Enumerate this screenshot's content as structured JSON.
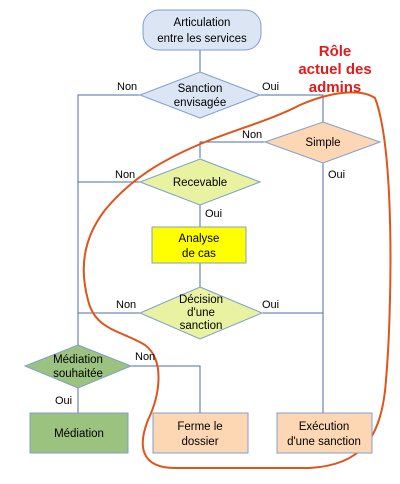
{
  "colors": {
    "start_fill": "#dbe5f4",
    "decision_blue": "#dbe5f4",
    "decision_green": "#e8f2a0",
    "decision_orange": "#fdd7b4",
    "process_yellow": "#ffff00",
    "process_green": "#9bc27e",
    "process_orange": "#fdd7b4",
    "stroke_blue": "#7f9fcf",
    "line": "#4a6fa5",
    "admin_region": "#e0541c",
    "admin_text": "#e01b1b"
  },
  "nodes": {
    "articulation": [
      "Articulation",
      "entre les services"
    ],
    "sanction_envisagee": [
      "Sanction",
      "envisagée"
    ],
    "simple": [
      "Simple"
    ],
    "recevable": [
      "Recevable"
    ],
    "analyse": [
      "Analyse",
      "de cas"
    ],
    "decision": [
      "Décision",
      "d'une",
      "sanction"
    ],
    "mediation_souhaitee": [
      "Médiation",
      "souhaitée"
    ],
    "mediation": [
      "Médiation"
    ],
    "ferme": [
      "Ferme le",
      "dossier"
    ],
    "execution": [
      "Exécution",
      "d'une sanction"
    ]
  },
  "edge_labels": {
    "sanction_non": "Non",
    "sanction_oui": "Oui",
    "simple_non": "Non",
    "simple_oui": "Oui",
    "recevable_non": "Non",
    "recevable_oui": "Oui",
    "decision_non": "Non",
    "decision_oui": "Oui",
    "mediation_non": "Non",
    "mediation_oui": "Oui"
  },
  "admin_role_label": [
    "Rôle",
    "actuel des",
    "admins"
  ]
}
